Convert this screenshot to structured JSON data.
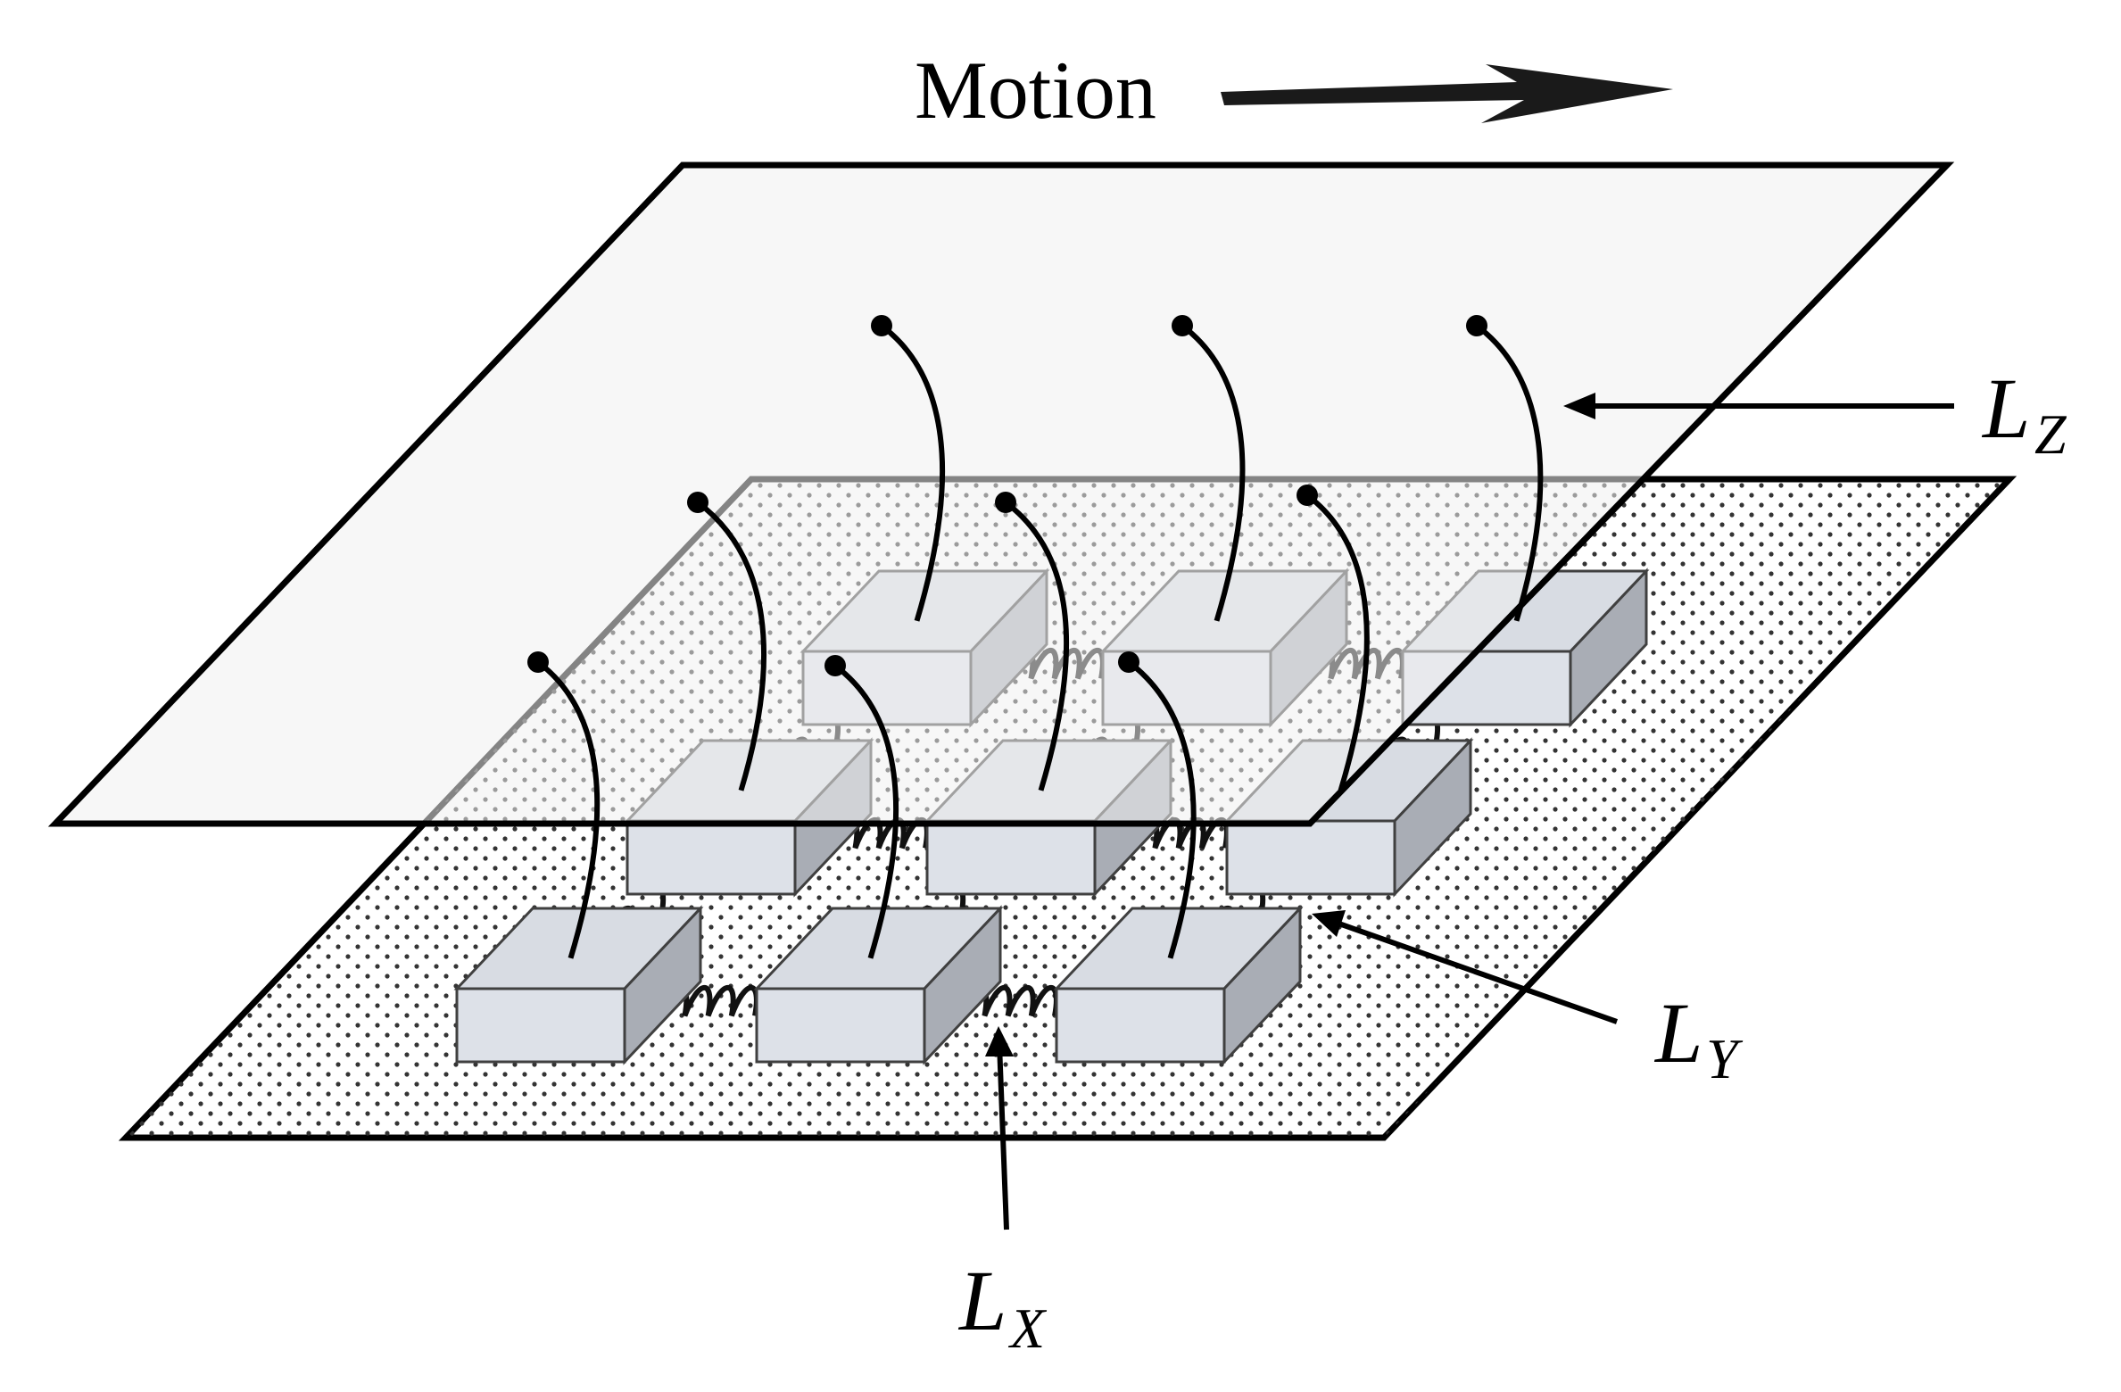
{
  "diagram": {
    "motion_label": "Motion",
    "labels": {
      "lz": {
        "main": "L",
        "sub": "Z"
      },
      "ly": {
        "main": "L",
        "sub": "Y"
      },
      "lx": {
        "main": "L",
        "sub": "X"
      }
    },
    "colors": {
      "stroke": "#000000",
      "top_plate_fill": "#f0f0f0",
      "bottom_plate_fill": "#ffffff",
      "dot": "#333333",
      "block_front": "#dde1e8",
      "block_top": "#d8dce3",
      "block_side": "#a9adb5",
      "block_edge": "#404040",
      "spring": "#111111"
    }
  }
}
